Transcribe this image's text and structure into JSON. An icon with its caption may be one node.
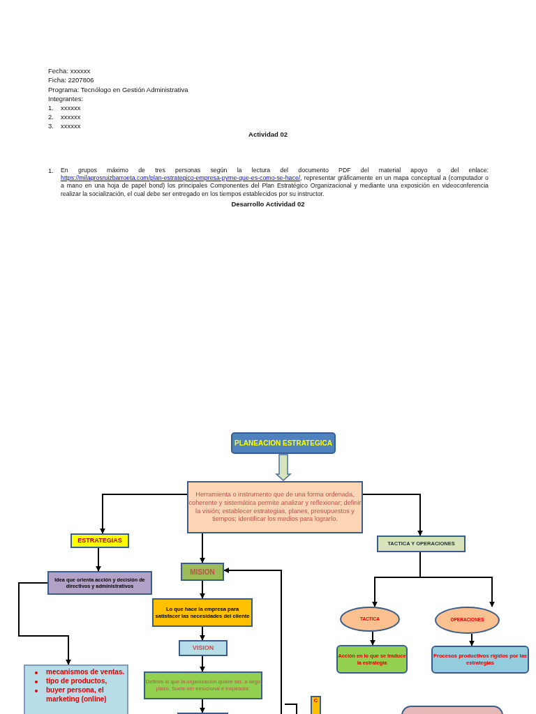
{
  "diagram": {
    "nodes": [
      {
        "text": [
          "PLANEACION ESTRATEGICA"
        ]
      },
      {
        "text": [
          "Herramienta o instrumento que de una forma ordenada, coherente y sistemática permite analizar y reflexionar; definir la visión; establecer estrategias, planes, presupuestos y tiempos; identificar los medios para lograrlo."
        ]
      },
      {
        "text": [
          "ESTRATEGIAS"
        ]
      },
      {
        "text": [
          "TACTICA Y OPERACIONES"
        ]
      },
      {
        "text": [
          "Idea que orienta acción y decisión de directivos y administrativos"
        ]
      },
      {
        "text": [
          "MISION"
        ]
      },
      {
        "text": [
          "Lo que hace la empresa para satisfacer las necesidades del cliente"
        ]
      },
      {
        "text": [
          "VISION"
        ]
      },
      {
        "text": [
          "Defines lo que la organización quiere ser, a largo plazo. Suele ser emocional e inspirador."
        ]
      },
      {
        "text": [],
        "shape": "box"
      },
      {
        "text": [
          "mecanismos de ventas.",
          "tipo de productos,",
          "buyer persona, el marketing (online)"
        ]
      },
      {
        "text": [
          "TACTICA"
        ]
      },
      {
        "text": [
          "OPERACIONES"
        ]
      },
      {
        "text": [
          "Acción en lo que se traduce la estrategia"
        ]
      },
      {
        "text": [
          "Procesos productivos rígidos por las estrategias"
        ]
      },
      {
        "text": [
          "C"
        ]
      },
      {
        "text": [],
        "shape": "box"
      }
    ],
    "edges": [
      {
        "from": 0,
        "to": 1,
        "arrow": "to",
        "style": "thick",
        "color": "#d7e4bc"
      },
      {
        "from": 1,
        "to": 2,
        "arrow": "to"
      },
      {
        "from": 1,
        "to": 3,
        "arrow": "to"
      },
      {
        "from": 1,
        "to": 5,
        "arrow": "to"
      },
      {
        "from": 2,
        "to": 4,
        "arrow": "to"
      },
      {
        "from": 4,
        "to": 10,
        "arrow": "to"
      },
      {
        "from": 5,
        "to": 6,
        "arrow": "to"
      },
      {
        "from": 6,
        "to": 7,
        "arrow": "to"
      },
      {
        "from": 7,
        "to": 8,
        "arrow": "to"
      },
      {
        "from": 8,
        "to": 9,
        "arrow": "to"
      },
      {
        "from": 3,
        "to": 11,
        "arrow": "to"
      },
      {
        "from": 3,
        "to": 12,
        "arrow": "to"
      },
      {
        "from": 11,
        "to": 13,
        "arrow": "to"
      },
      {
        "from": 12,
        "to": 14,
        "arrow": "to"
      },
      {
        "from": null,
        "to": 5,
        "arrow": "to"
      }
    ],
    "labels": [
      "Fecha: xxxxxx",
      "Ficha: 2207806",
      "Programa: Tecnólogo en Gestión Administrativa",
      "Integrantes:",
      "1.",
      "xxxxxx",
      "2.",
      "xxxxxx",
      "3.",
      "xxxxxx",
      "Actividad 02",
      "1.",
      "En grupos máximo de tres personas según la lectura del documento PDF del material apoyo o del enlace:",
      "https://milagrosruizbarroeta.com/plan-estrategico-empresa-pyme-que-es-como-se-hace/",
      ", representar gráficamente en un mapa conceptual a (computador o a mano en una hoja de papel bond)  los principales Componentes del Plan Estratégico Organizacional y mediante una exposición en videoconferencia realizar la socialización, el cual debe ser entregado en los tiempos establecidos por su instructor.",
      "Desarrollo Actividad 02"
    ]
  }
}
